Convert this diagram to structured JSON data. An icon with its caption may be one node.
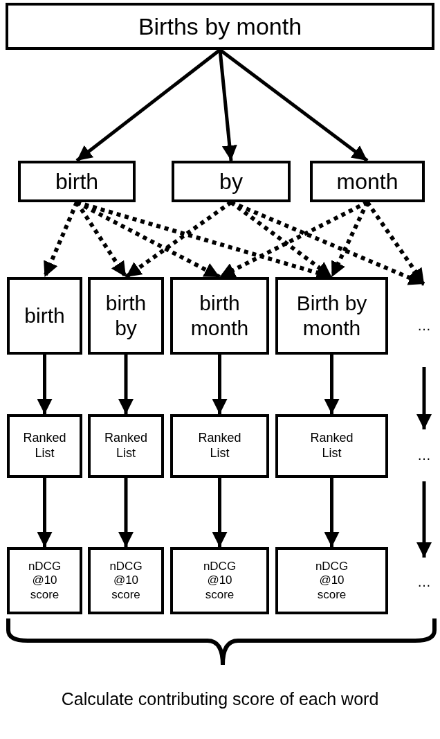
{
  "diagram": {
    "caption": "Calculate contributing score of each word",
    "nodes": [
      {
        "text": [
          "Births by month"
        ]
      },
      {
        "text": [
          "birth"
        ]
      },
      {
        "text": [
          "by"
        ]
      },
      {
        "text": [
          "month"
        ]
      },
      {
        "text": [
          "birth"
        ]
      },
      {
        "text": [
          "birth by"
        ]
      },
      {
        "text": [
          "birth month"
        ]
      },
      {
        "text": [
          "Birth by month"
        ]
      },
      {
        "text": [
          "…"
        ]
      },
      {
        "text": [
          "Ranked List"
        ]
      },
      {
        "text": [
          "Ranked List"
        ]
      },
      {
        "text": [
          "Ranked List"
        ]
      },
      {
        "text": [
          "Ranked List"
        ]
      },
      {
        "text": [
          "…"
        ]
      },
      {
        "text": [
          "nDCG @10 score"
        ]
      },
      {
        "text": [
          "nDCG @10 score"
        ]
      },
      {
        "text": [
          "nDCG @10 score"
        ]
      },
      {
        "text": [
          "nDCG @10 score"
        ]
      },
      {
        "text": [
          "…"
        ]
      }
    ],
    "edges": [
      {
        "from": 0,
        "to": 1,
        "arrow": "to"
      },
      {
        "from": 0,
        "to": 2,
        "arrow": "to"
      },
      {
        "from": 0,
        "to": 3,
        "arrow": "to"
      },
      {
        "from": 1,
        "to": 4,
        "arrow": "to",
        "style": "dashed"
      },
      {
        "from": 1,
        "to": 5,
        "arrow": "to",
        "style": "dashed"
      },
      {
        "from": 1,
        "to": 6,
        "arrow": "to",
        "style": "dashed"
      },
      {
        "from": 1,
        "to": 7,
        "arrow": "to",
        "style": "dashed"
      },
      {
        "from": 2,
        "to": 5,
        "arrow": "to",
        "style": "dashed"
      },
      {
        "from": 2,
        "to": 7,
        "arrow": "to",
        "style": "dashed"
      },
      {
        "from": 2,
        "to": 8,
        "arrow": "to",
        "style": "dashed"
      },
      {
        "from": 3,
        "to": 6,
        "arrow": "to",
        "style": "dashed"
      },
      {
        "from": 3,
        "to": 7,
        "arrow": "to",
        "style": "dashed"
      },
      {
        "from": 3,
        "to": 8,
        "arrow": "to",
        "style": "dashed"
      },
      {
        "from": 4,
        "to": 9,
        "arrow": "to"
      },
      {
        "from": 5,
        "to": 10,
        "arrow": "to"
      },
      {
        "from": 6,
        "to": 11,
        "arrow": "to"
      },
      {
        "from": 7,
        "to": 12,
        "arrow": "to"
      },
      {
        "from": 8,
        "to": 13,
        "arrow": "to"
      },
      {
        "from": 9,
        "to": 14,
        "arrow": "to"
      },
      {
        "from": 10,
        "to": 15,
        "arrow": "to"
      },
      {
        "from": 11,
        "to": 16,
        "arrow": "to"
      },
      {
        "from": 12,
        "to": 17,
        "arrow": "to"
      },
      {
        "from": 13,
        "to": 18,
        "arrow": "to"
      }
    ]
  }
}
